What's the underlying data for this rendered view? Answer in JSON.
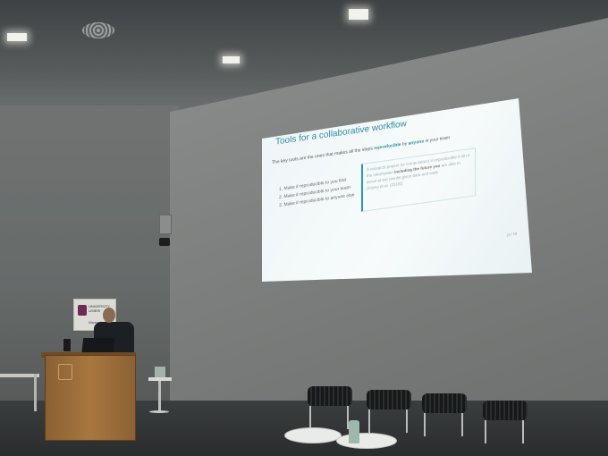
{
  "scene": {
    "description_items": [
      "ceiling-lights",
      "projection-screen",
      "speaker",
      "lectern",
      "chairs",
      "tables"
    ]
  },
  "slide": {
    "title": "Tools for a collaborative workflow",
    "subtitle_prefix": "The key tools are the ones that makes all the steps",
    "subtitle_em1": "reproducible",
    "subtitle_mid": "by",
    "subtitle_em2": "anyone",
    "subtitle_suffix": "in your team",
    "list": [
      "1. Make it reproducible to you first",
      "2. Make it reproducible to your team",
      "3. Make it reproducible to anyone else"
    ],
    "quote_part1": "A research project (or computation) is reproducible if all of the information",
    "quote_em": "including the future you",
    "quote_part2": "are able to arrive at the results given data and code",
    "quote_attrib": "(Kitzes et al. (2018))",
    "page_number": "13 / 58"
  },
  "sign": {
    "line1": "UNIVERSITY",
    "line2": "LIMERI",
    "line3": "Misneach"
  },
  "colors": {
    "accent": "#2f8ea3",
    "lectern": "#a8773f",
    "sign_brand": "#6b2b53"
  }
}
